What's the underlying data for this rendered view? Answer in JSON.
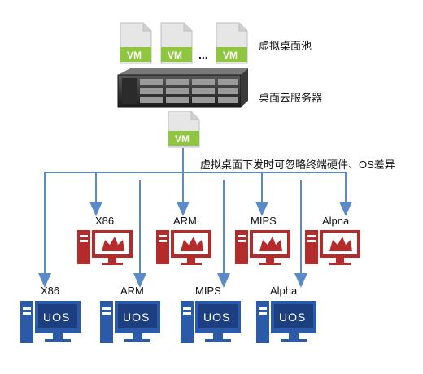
{
  "vm_pool": {
    "items": [
      "VM",
      "VM",
      "VM"
    ],
    "ellipsis": "...",
    "label": "虚拟桌面池"
  },
  "server": {
    "label": "桌面云服务器"
  },
  "delivered_vm": {
    "text": "VM",
    "caption": "虚拟桌面下发时可忽略终端硬件、OS差异"
  },
  "terminals_red": [
    "X86",
    "ARM",
    "MIPS",
    "Alpna"
  ],
  "terminals_blue": [
    "X86",
    "ARM",
    "MIPS",
    "Alpha"
  ],
  "blue_screen_text": "UOS",
  "colors": {
    "line": "#5b8ac8",
    "vm_green": "#8ec63f",
    "red_terminal": "#b52a2a",
    "blue_terminal": "#2a5aa8",
    "doc_gray": "#e6e6e6"
  }
}
